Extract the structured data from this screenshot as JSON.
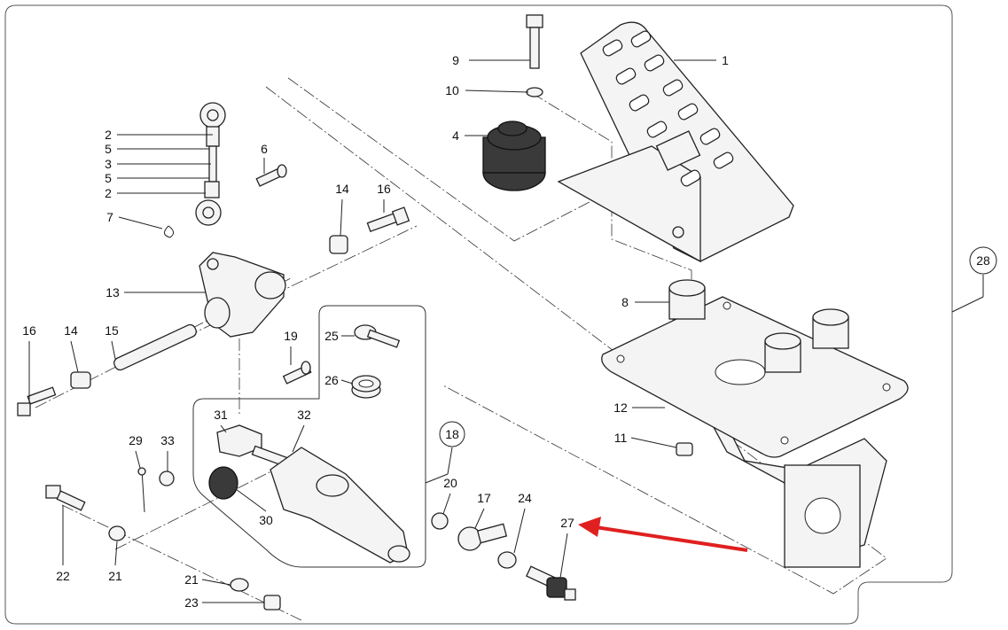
{
  "diagram": {
    "arrow_color": "#e02020",
    "callouts": [
      {
        "id": "c1",
        "text": "1"
      },
      {
        "id": "c9",
        "text": "9"
      },
      {
        "id": "c10",
        "text": "10"
      },
      {
        "id": "c4",
        "text": "4"
      },
      {
        "id": "c2a",
        "text": "2"
      },
      {
        "id": "c5a",
        "text": "5"
      },
      {
        "id": "c3",
        "text": "3"
      },
      {
        "id": "c5b",
        "text": "5"
      },
      {
        "id": "c2b",
        "text": "2"
      },
      {
        "id": "c6",
        "text": "6"
      },
      {
        "id": "c7",
        "text": "7"
      },
      {
        "id": "c14a",
        "text": "14"
      },
      {
        "id": "c16a",
        "text": "16"
      },
      {
        "id": "c13",
        "text": "13"
      },
      {
        "id": "c16b",
        "text": "16"
      },
      {
        "id": "c14b",
        "text": "14"
      },
      {
        "id": "c15",
        "text": "15"
      },
      {
        "id": "c19",
        "text": "19"
      },
      {
        "id": "c25",
        "text": "25"
      },
      {
        "id": "c26",
        "text": "26"
      },
      {
        "id": "c31",
        "text": "31"
      },
      {
        "id": "c32",
        "text": "32"
      },
      {
        "id": "c29",
        "text": "29"
      },
      {
        "id": "c33",
        "text": "33"
      },
      {
        "id": "c18",
        "text": "18"
      },
      {
        "id": "c20",
        "text": "20"
      },
      {
        "id": "c17",
        "text": "17"
      },
      {
        "id": "c24",
        "text": "24"
      },
      {
        "id": "c27",
        "text": "27"
      },
      {
        "id": "c30",
        "text": "30"
      },
      {
        "id": "c22",
        "text": "22"
      },
      {
        "id": "c21a",
        "text": "21"
      },
      {
        "id": "c21b",
        "text": "21"
      },
      {
        "id": "c23",
        "text": "23"
      },
      {
        "id": "c8",
        "text": "8"
      },
      {
        "id": "c12",
        "text": "12"
      },
      {
        "id": "c11",
        "text": "11"
      },
      {
        "id": "c28",
        "text": "28"
      }
    ]
  }
}
